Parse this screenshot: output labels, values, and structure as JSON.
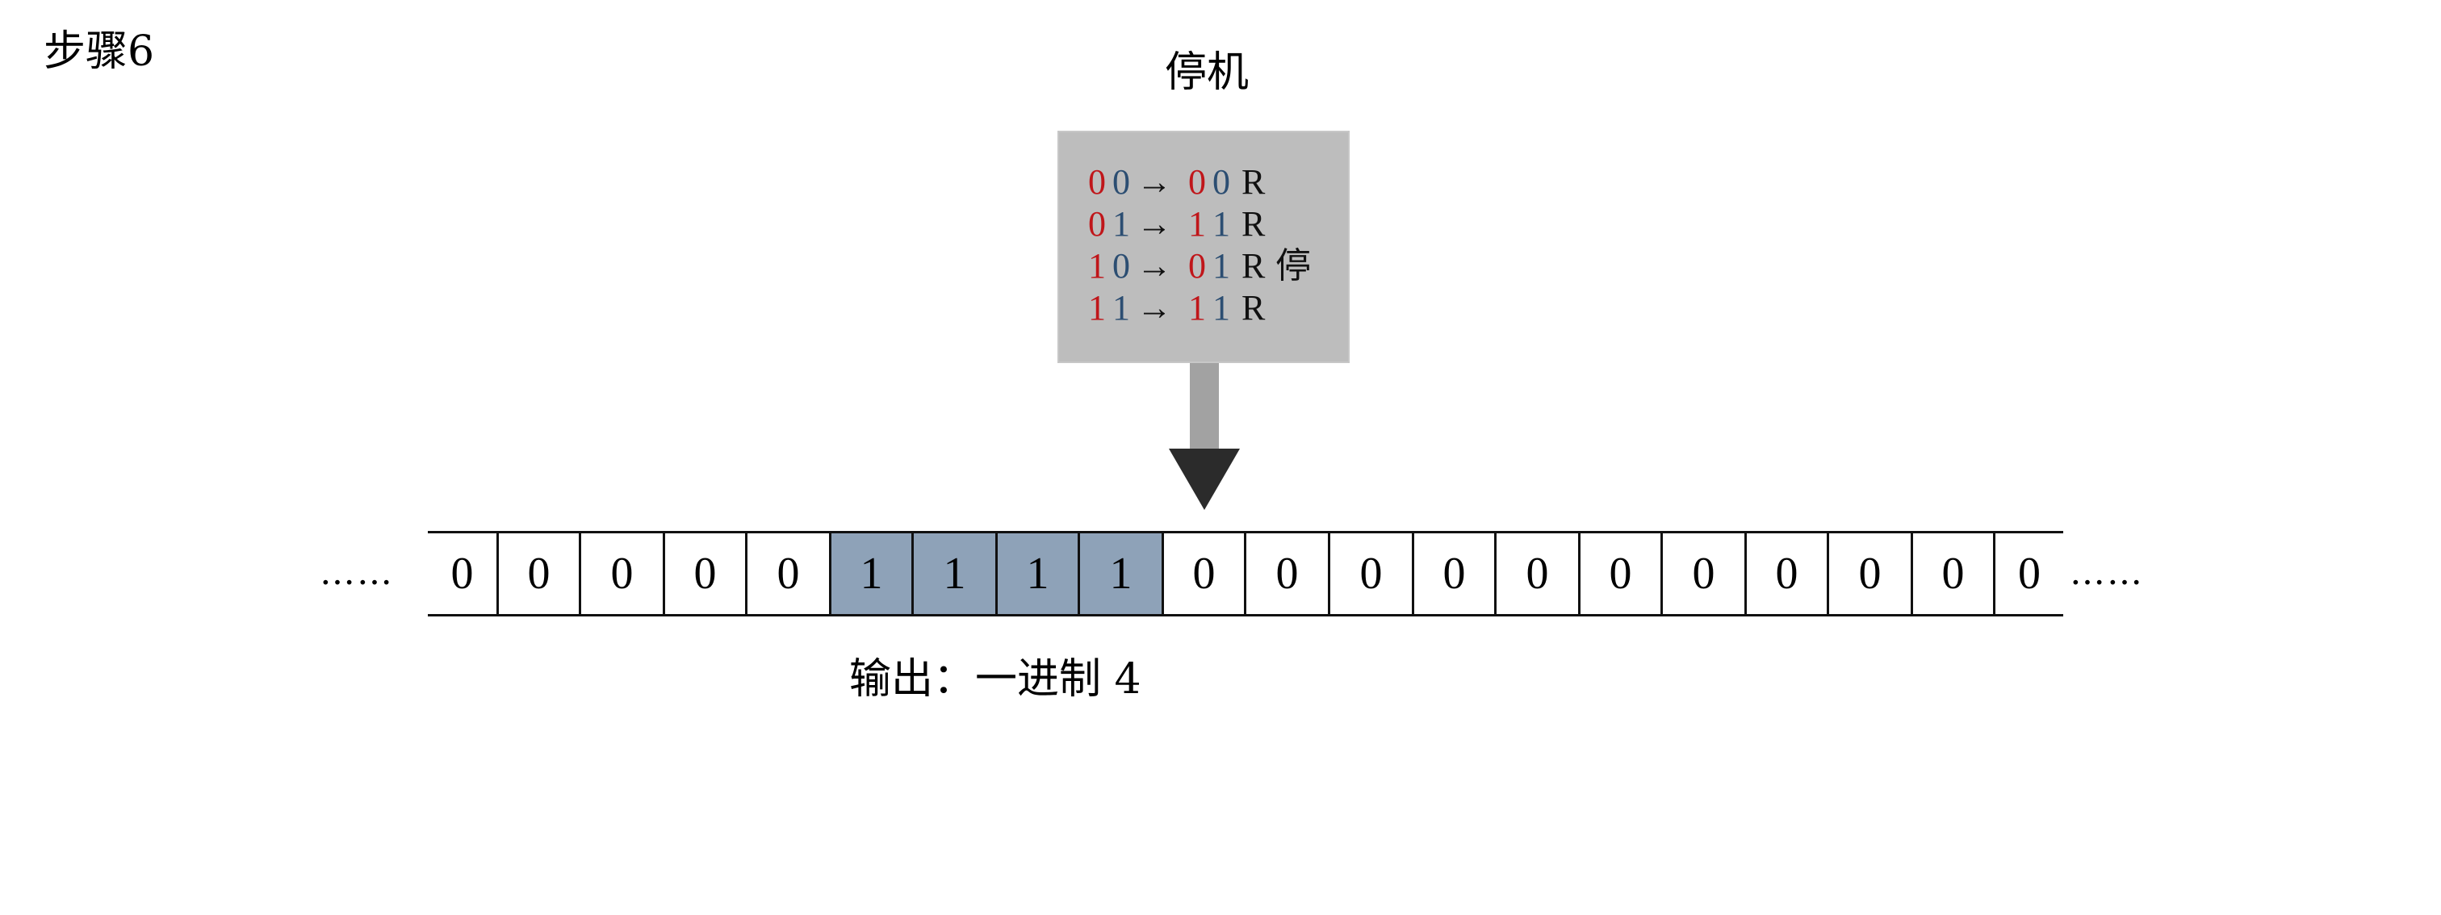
{
  "step_label": "步骤6",
  "machine_title": "停机",
  "rules": [
    {
      "in_a": "0",
      "in_b": "0",
      "arrow": "→",
      "out_a": "0",
      "out_b": "0",
      "move": "R",
      "note": ""
    },
    {
      "in_a": "0",
      "in_b": "1",
      "arrow": "→",
      "out_a": "1",
      "out_b": "1",
      "move": "R",
      "note": ""
    },
    {
      "in_a": "1",
      "in_b": "0",
      "arrow": "→",
      "out_a": "0",
      "out_b": "1",
      "move": "R",
      "note": "停"
    },
    {
      "in_a": "1",
      "in_b": "1",
      "arrow": "→",
      "out_a": "1",
      "out_b": "1",
      "move": "R",
      "note": ""
    }
  ],
  "tape": {
    "left_ellipsis": "……",
    "right_ellipsis": "……",
    "cells": [
      "0",
      "0",
      "0",
      "0",
      "0",
      "1",
      "1",
      "1",
      "1",
      "0",
      "0",
      "0",
      "0",
      "0",
      "0",
      "0",
      "0",
      "0",
      "0",
      "0"
    ],
    "highlighted": [
      false,
      false,
      false,
      false,
      false,
      true,
      true,
      true,
      true,
      false,
      false,
      false,
      false,
      false,
      false,
      false,
      false,
      false,
      false,
      false
    ]
  },
  "output_label": "输出：一进制 4",
  "colors": {
    "rule_input_first": "#c0161a",
    "rule_input_second": "#2c4e72",
    "rule_box": "#bdbdbd",
    "stem": "#a2a2a2",
    "arrowhead": "#2b2b2b",
    "highlighted_cell": "#8ea2b8"
  }
}
